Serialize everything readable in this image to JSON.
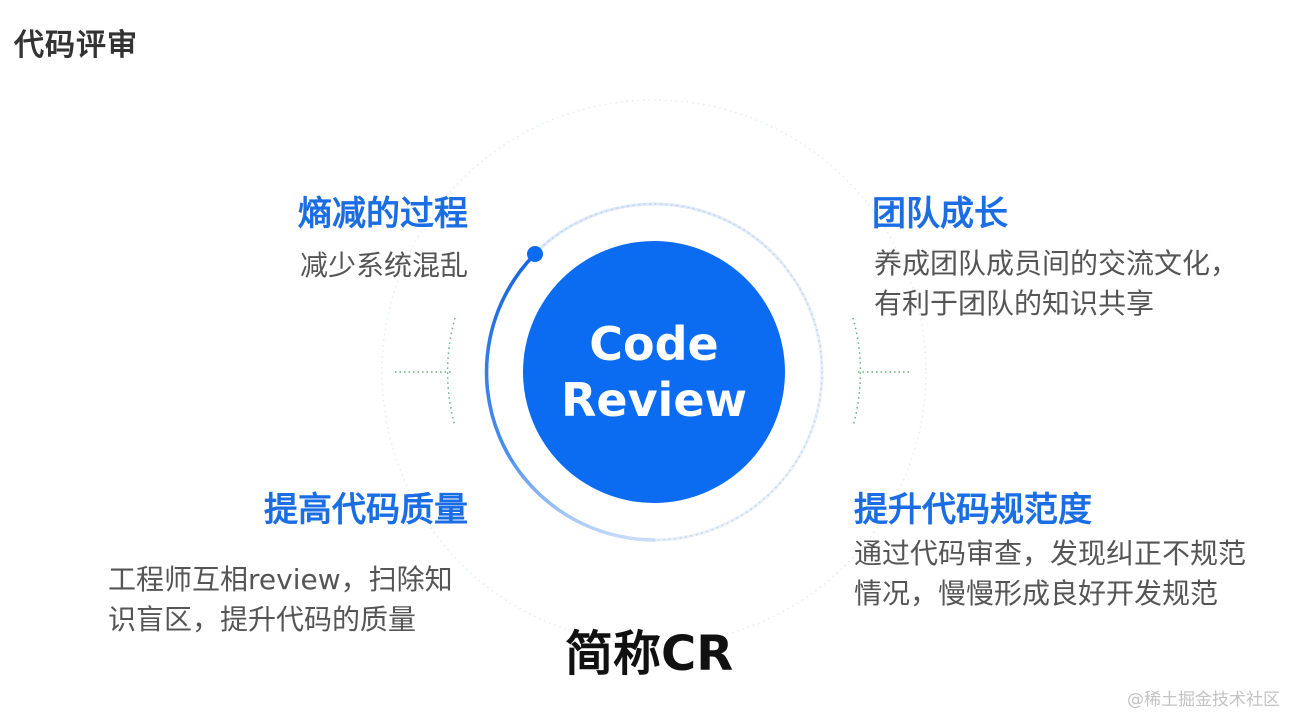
{
  "slide": {
    "title": "代码评审"
  },
  "center": {
    "line1": "Code",
    "line2": "Review"
  },
  "blocks": {
    "top_left": {
      "title": "熵减的过程",
      "desc_line1": "减少系统混乱"
    },
    "top_right": {
      "title": "团队成长",
      "desc_line1": "养成团队成员间的交流文化，",
      "desc_line2": "有利于团队的知识共享"
    },
    "bottom_left": {
      "title": "提高代码质量",
      "desc_line1": "工程师互相review，扫除知",
      "desc_line2": "识盲区，提升代码的质量"
    },
    "bottom_right": {
      "title": "提升代码规范度",
      "desc_line1": "通过代码审查，发现纠正不规范",
      "desc_line2": "情况，慢慢形成良好开发规范"
    }
  },
  "abbreviation": "简称CR",
  "watermark": "@稀土掘金技术社区",
  "colors": {
    "accent_blue": "#0b6cf2",
    "title_blue": "#1a6de3",
    "ring_blue": "#1565e0",
    "dotted_green": "#3aa060",
    "text_gray": "#555555",
    "heading_dark": "#333333"
  }
}
